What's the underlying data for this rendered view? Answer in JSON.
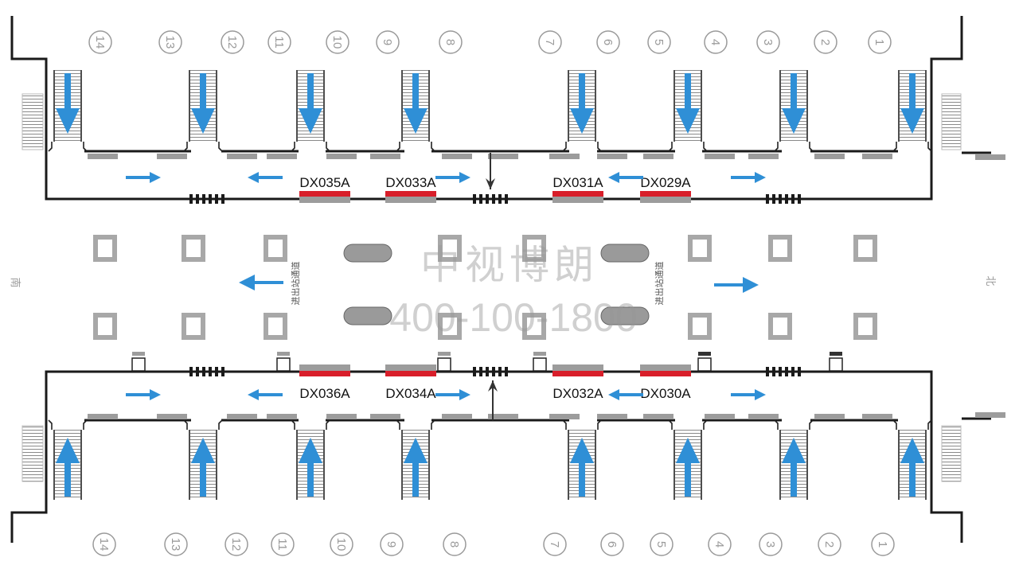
{
  "colors": {
    "wall": "#1a1a1a",
    "arrow": "#2f8fd6",
    "ad": "#d81e2a",
    "shade": "#9c9c9c",
    "pillar": "#a8a8a8",
    "label": "#9a9a9a"
  },
  "labels": {
    "south": "南",
    "north": "北",
    "corridor_left": "进出站通道",
    "corridor_right": "进出站通道"
  },
  "watermark": {
    "name": "中视博朗",
    "phone": "400-100-1800"
  },
  "gates_top": [
    "14",
    "13",
    "12",
    "11",
    "10",
    "9",
    "8",
    "7",
    "6",
    "5",
    "4",
    "3",
    "2",
    "1"
  ],
  "gates_bottom": [
    "14",
    "13",
    "12",
    "11",
    "10",
    "9",
    "8",
    "7",
    "6",
    "5",
    "4",
    "3",
    "2",
    "1"
  ],
  "ads_top": [
    "DX035A",
    "DX033A",
    "DX031A",
    "DX029A"
  ],
  "ads_bottom": [
    "DX036A",
    "DX034A",
    "DX032A",
    "DX030A"
  ],
  "icons": {
    "escalator_down": "escalator-down-arrow-icon",
    "escalator_up": "escalator-up-arrow-icon",
    "flow": "flow-direction-arrow-icon",
    "entry": "entry-arrow-icon"
  }
}
